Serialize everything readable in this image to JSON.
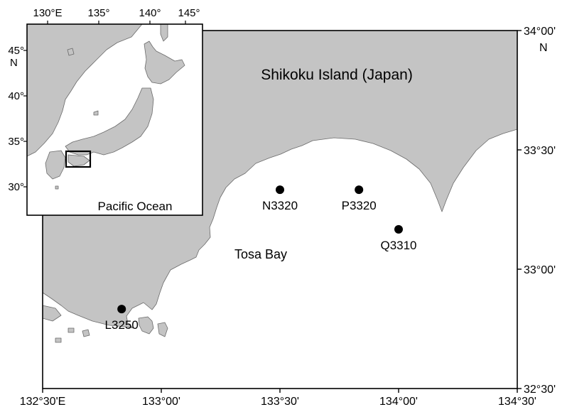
{
  "main_map": {
    "landmass_label": "Shikoku Island (Japan)",
    "bay_label": "Tosa Bay",
    "x_ticks": [
      "132°30'E",
      "133°00'",
      "133°30'",
      "134°00'",
      "134°30'"
    ],
    "y_ticks": [
      "32°30'",
      "33°00'",
      "33°30'",
      "34°00'"
    ],
    "north_marker": "N",
    "stations": [
      {
        "name": "N3320",
        "lon": 133.5,
        "lat": 33.333
      },
      {
        "name": "P3320",
        "lon": 133.833,
        "lat": 33.333
      },
      {
        "name": "Q3310",
        "lon": 134.0,
        "lat": 33.167
      },
      {
        "name": "L3250",
        "lon": 132.833,
        "lat": 32.833
      }
    ]
  },
  "inset_map": {
    "x_ticks": [
      "130°E",
      "135°",
      "140°",
      "145°"
    ],
    "y_ticks": [
      "45°",
      "40°",
      "35°",
      "30°"
    ],
    "north_marker": "N",
    "ocean_label": "Pacific Ocean"
  },
  "colors": {
    "land": "#c4c4c4",
    "sea": "#ffffff",
    "coastline": "#6a6a6a",
    "station": "#000000"
  }
}
